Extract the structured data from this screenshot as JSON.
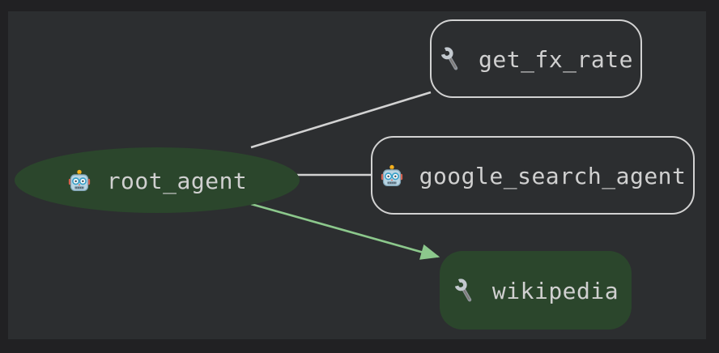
{
  "graph": {
    "nodes": [
      {
        "id": "root_agent",
        "label": "root_agent",
        "kind": "agent",
        "icon": "robot",
        "shape": "ellipse",
        "highlighted": true
      },
      {
        "id": "get_fx_rate",
        "label": "get_fx_rate",
        "kind": "tool",
        "icon": "wrench",
        "shape": "rounded-rect",
        "highlighted": false
      },
      {
        "id": "google_search_agent",
        "label": "google_search_agent",
        "kind": "agent",
        "icon": "robot",
        "shape": "rounded-rect",
        "highlighted": false
      },
      {
        "id": "wikipedia",
        "label": "wikipedia",
        "kind": "tool",
        "icon": "wrench",
        "shape": "rounded-rect",
        "highlighted": true
      }
    ],
    "edges": [
      {
        "from": "root_agent",
        "to": "get_fx_rate",
        "style": "plain",
        "arrow": false
      },
      {
        "from": "root_agent",
        "to": "google_search_agent",
        "style": "plain",
        "arrow": false
      },
      {
        "from": "root_agent",
        "to": "wikipedia",
        "style": "highlighted",
        "arrow": true
      }
    ]
  },
  "colors": {
    "frame_background": "#212123",
    "canvas_background": "#2c2e30",
    "node_fill_highlight": "#2b462c",
    "node_border": "#d2d2d2",
    "edge": "#d2d2d2",
    "edge_highlight": "#8cc88c",
    "label_text": "#d0d0d0"
  }
}
